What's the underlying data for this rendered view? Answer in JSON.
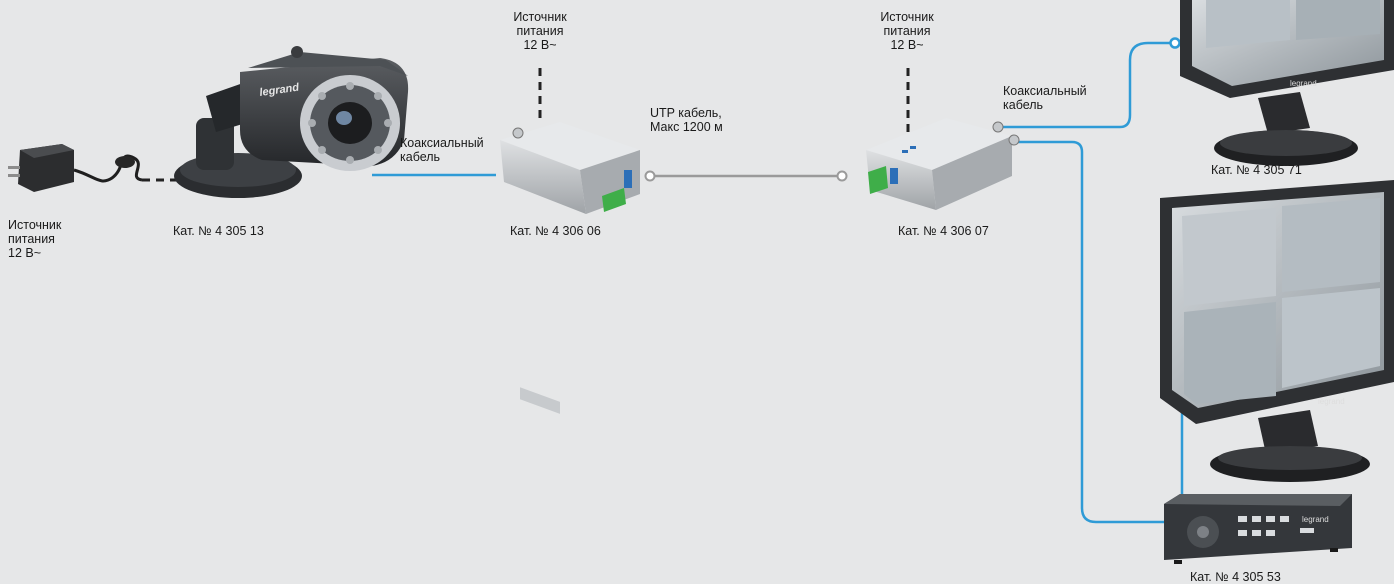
{
  "labels": {
    "adapter_power": "Источник\nпитания\n12 В~",
    "tx_power": "Источник\nпитания\n12 В~",
    "rx_power": "Источник\nпитания\n12 В~",
    "coax_camera": "Коаксиальный\nкабель",
    "coax_monitor": "Коаксиальный\nкабель",
    "utp_cable": "UTP кабель,\nМакс 1200 м",
    "camera_cat": "Кат. № 4 305 13",
    "transmitter_cat": "Кат. № 4 306 06",
    "receiver_cat": "Кат. № 4 306 07",
    "monitor_top_cat": "Кат. № 4 305 71",
    "dvr_cat": "Кат. № 4 305 53"
  },
  "brand": "legrand",
  "colors": {
    "background": "#e6e7e8",
    "coax_line": "#2f9bd6",
    "utp_line": "#9a9a9a",
    "power_dash": "#222222",
    "device_silver": "#b9bcc0",
    "camera_dark": "#3a3c3f",
    "terminal_green": "#3fae49"
  }
}
